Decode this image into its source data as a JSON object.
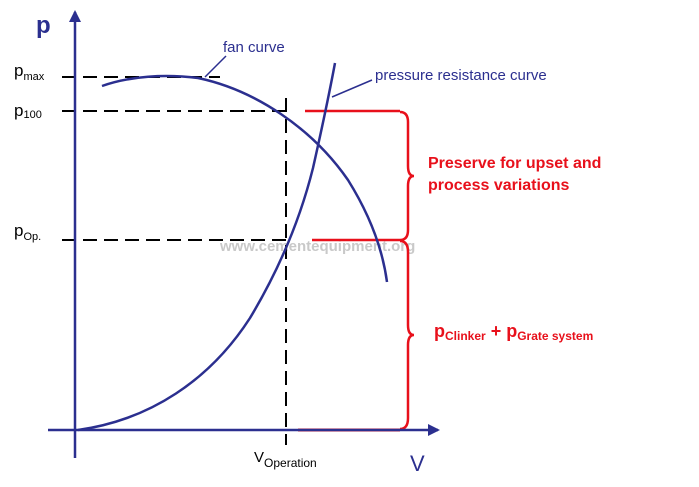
{
  "chart_data": {
    "type": "line",
    "axes": {
      "x_label": "V",
      "y_label": "p",
      "x_markers": [
        {
          "id": "v_op",
          "text": "V",
          "sub": "Operation"
        }
      ],
      "y_markers": [
        {
          "id": "p_max",
          "text": "p",
          "sub": "max"
        },
        {
          "id": "p_100",
          "text": "p",
          "sub": "100"
        },
        {
          "id": "p_op",
          "text": "p",
          "sub": "Op."
        }
      ]
    },
    "series": [
      {
        "name": "fan curve",
        "color": "#2b2f8f"
      },
      {
        "name": "pressure resistance curve",
        "color": "#2b2f8f"
      }
    ],
    "annotations": {
      "reserve_line1": "Preserve for upset and",
      "reserve_line2": "process variations",
      "bottom_p1": "p",
      "bottom_sub1": "Clinker",
      "bottom_plus": " + ",
      "bottom_p2": "p",
      "bottom_sub2": "Grate system"
    },
    "watermark": "www.cementequipment.org",
    "colors": {
      "axis": "#2b2f8f",
      "curve": "#2b2f8f",
      "accent": "#e8101b",
      "dash": "#000000"
    }
  }
}
